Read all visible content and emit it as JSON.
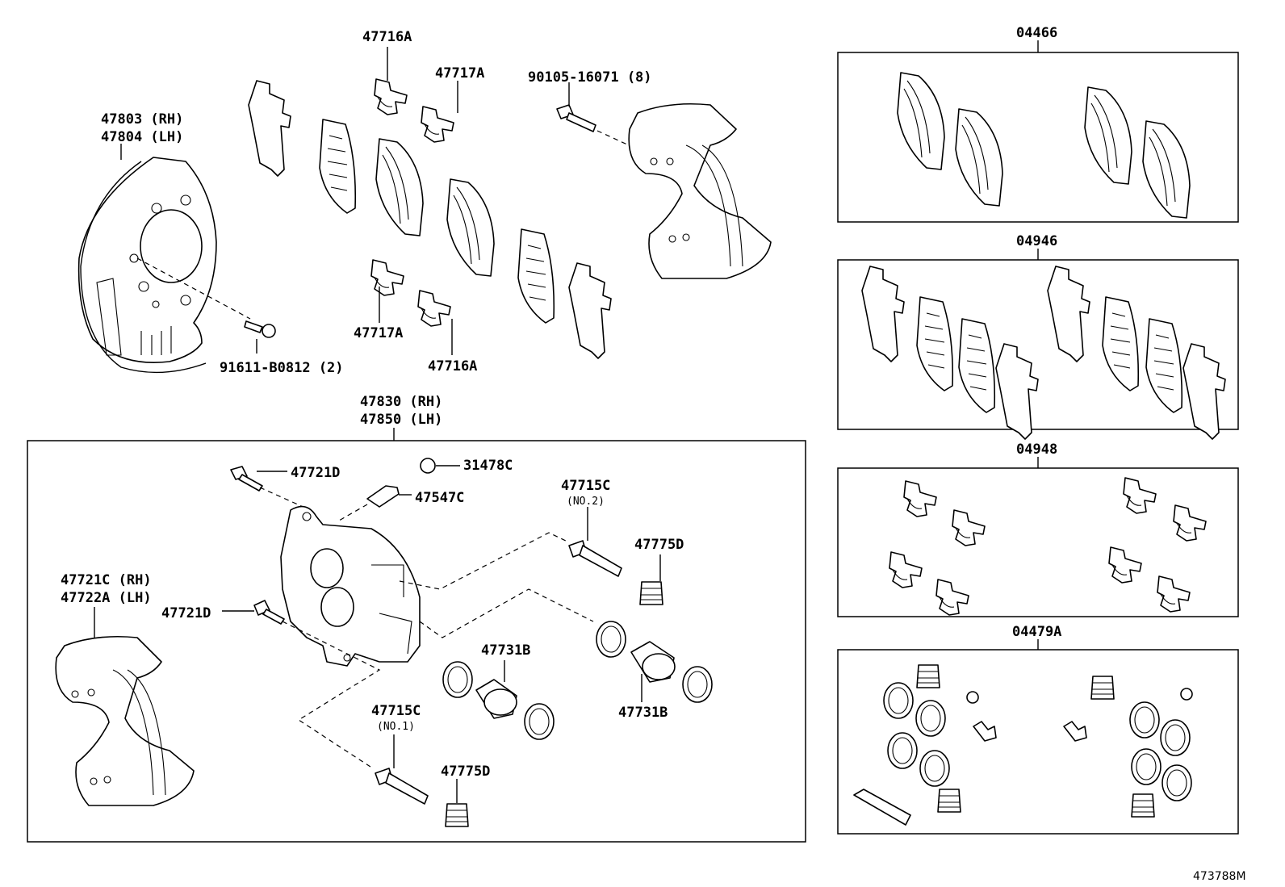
{
  "diagram_ref": "473788M",
  "labels": {
    "shield": [
      "47803 (RH)",
      "47804 (LH)"
    ],
    "shield_bolt": "91611-B0812 (2)",
    "clip_top": "47716A",
    "clip_top2": "47717A",
    "clip_bot": "47717A",
    "clip_bot2": "47716A",
    "bracket_bolt": "90105-16071 (8)",
    "caliper_assy": [
      "47830 (RH)",
      "47850 (LH)"
    ],
    "bolt_d_top": "47721D",
    "bleeder_cap": "31478C",
    "bleeder": "47547C",
    "pin2": "47715C",
    "pin2_note": "(NO.2)",
    "boot_top": "47775D",
    "mount": [
      "47721C (RH)",
      "47722A (LH)"
    ],
    "bolt_d_mid": "47721D",
    "piston_left": "47731B",
    "piston_right": "47731B",
    "pin1": "47715C",
    "pin1_note": "(NO.1)",
    "boot_bot": "47775D",
    "kit_pads": "04466",
    "kit_shims": "04946",
    "kit_clips": "04948",
    "kit_seal": "04479A"
  }
}
